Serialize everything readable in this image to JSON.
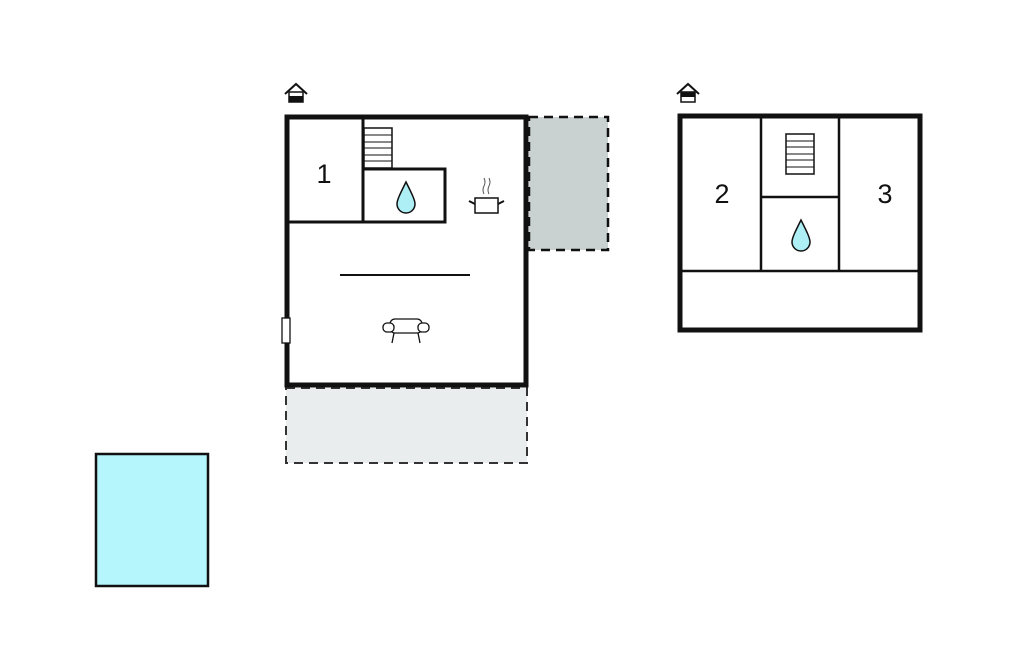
{
  "ground_floor": {
    "room_label": "1",
    "icons": [
      "floor-level-icon",
      "stairs-icon",
      "bathroom-drop-icon",
      "kitchen-pot-icon",
      "sofa-icon",
      "door-icon"
    ]
  },
  "upper_floor": {
    "room_labels": [
      "2",
      "3"
    ],
    "icons": [
      "floor-level-icon",
      "stairs-icon",
      "bathroom-drop-icon"
    ]
  },
  "colors": {
    "wall": "#111111",
    "covered_terrace": "#c9d1d1",
    "open_terrace": "#e9eded",
    "pool": "#b5f6fc",
    "water_drop": "#aeeef5"
  }
}
